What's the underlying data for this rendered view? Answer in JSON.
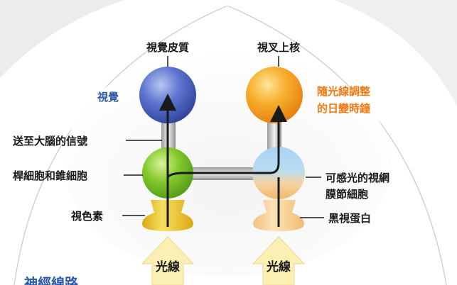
{
  "labels": {
    "visual_cortex": "視覺皮質",
    "scn": "視叉上核",
    "vision": "視覺",
    "circadian_line1": "隨光線調整",
    "circadian_line2": "的日變時鐘",
    "signal_to_brain": "送至大腦的信號",
    "rods_cones": "桿細胞和錐細胞",
    "ipRGC_line1": "可感光的視網",
    "ipRGC_line2": "膜節細胞",
    "visual_pigment": "視色素",
    "melanopsin": "黑視蛋白",
    "light_left": "光線",
    "light_right": "光線",
    "pathway_title": "神經線路"
  },
  "colors": {
    "blue_text": "#2b5aa8",
    "orange_text": "#f07a14",
    "blue_sphere": "#4a64c0",
    "orange_sphere": "#f5a424",
    "green_sphere": "#78c22a",
    "cell_blue": "#8ec4ea",
    "cell_peach": "#f6c27a",
    "light_arrow": "#fbefb4"
  }
}
